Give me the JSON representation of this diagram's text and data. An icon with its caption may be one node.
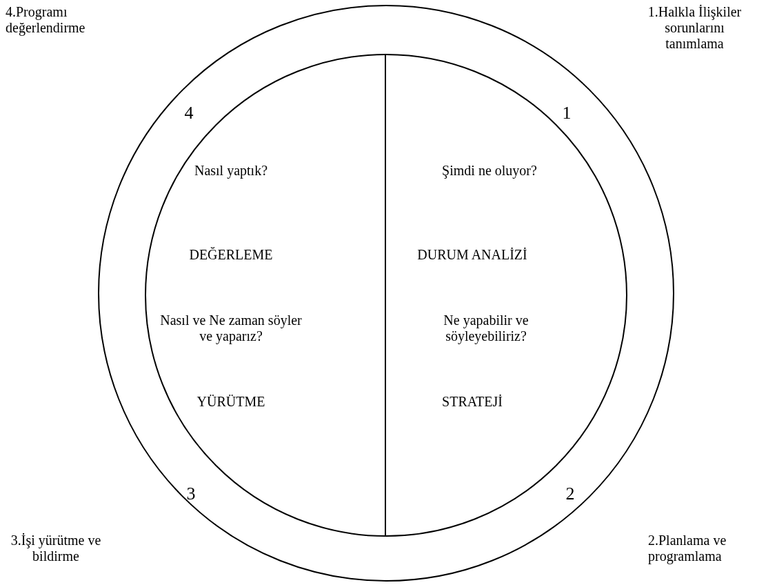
{
  "diagram": {
    "nodes": [
      {
        "text": [],
        "shape": "circle"
      },
      {
        "text": [
          "Nasıl yaptık?",
          "DEĞERLEME",
          "Nasıl ve Ne zaman söyler ve yaparız?",
          "YÜRÜTME"
        ],
        "in": 0
      },
      {
        "text": [
          "Şimdi ne oluyor?",
          "DURUM ANALİZİ",
          "Ne yapabilir ve söyleyebiliriz?",
          "STRATEJİ"
        ],
        "in": 0
      },
      {
        "text": [
          "4"
        ],
        "in": 0
      },
      {
        "text": [
          "1"
        ],
        "in": 0
      },
      {
        "text": [
          "3"
        ],
        "in": 0
      },
      {
        "text": [
          "2"
        ],
        "in": 0
      }
    ],
    "labels": [
      "4.Programı değerlendirme",
      "1.Halkla İlişkiler sorunlarını tanımlama",
      "3.İşi yürütme ve bildirme",
      "2.Planlama ve programlama"
    ]
  }
}
